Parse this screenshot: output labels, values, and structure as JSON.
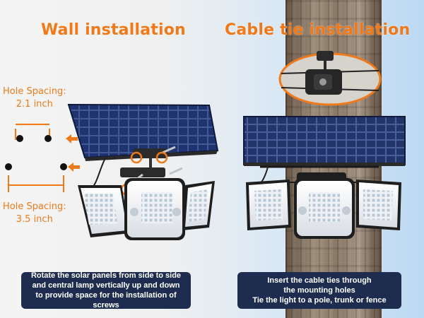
{
  "headings": {
    "wall": "Wall installation",
    "cable": "Cable tie installation"
  },
  "spacing": {
    "small": {
      "title": "Hole Spacing:",
      "value": "2.1 inch"
    },
    "large": {
      "title": "Hole Spacing:",
      "value": "3.5 inch"
    }
  },
  "captions": {
    "wall": [
      "Rotate the solar panels from side to side",
      "and central lamp vertically up and down",
      "to provide space for the installation of screws"
    ],
    "cable": [
      "Insert the cable ties through",
      "the mounting holes",
      "Tie the light to a pole, trunk  or fence"
    ]
  },
  "colors": {
    "accent": "#f07a1a",
    "caption_bg": "#1d2c4f",
    "panel": "#1c2b66"
  }
}
